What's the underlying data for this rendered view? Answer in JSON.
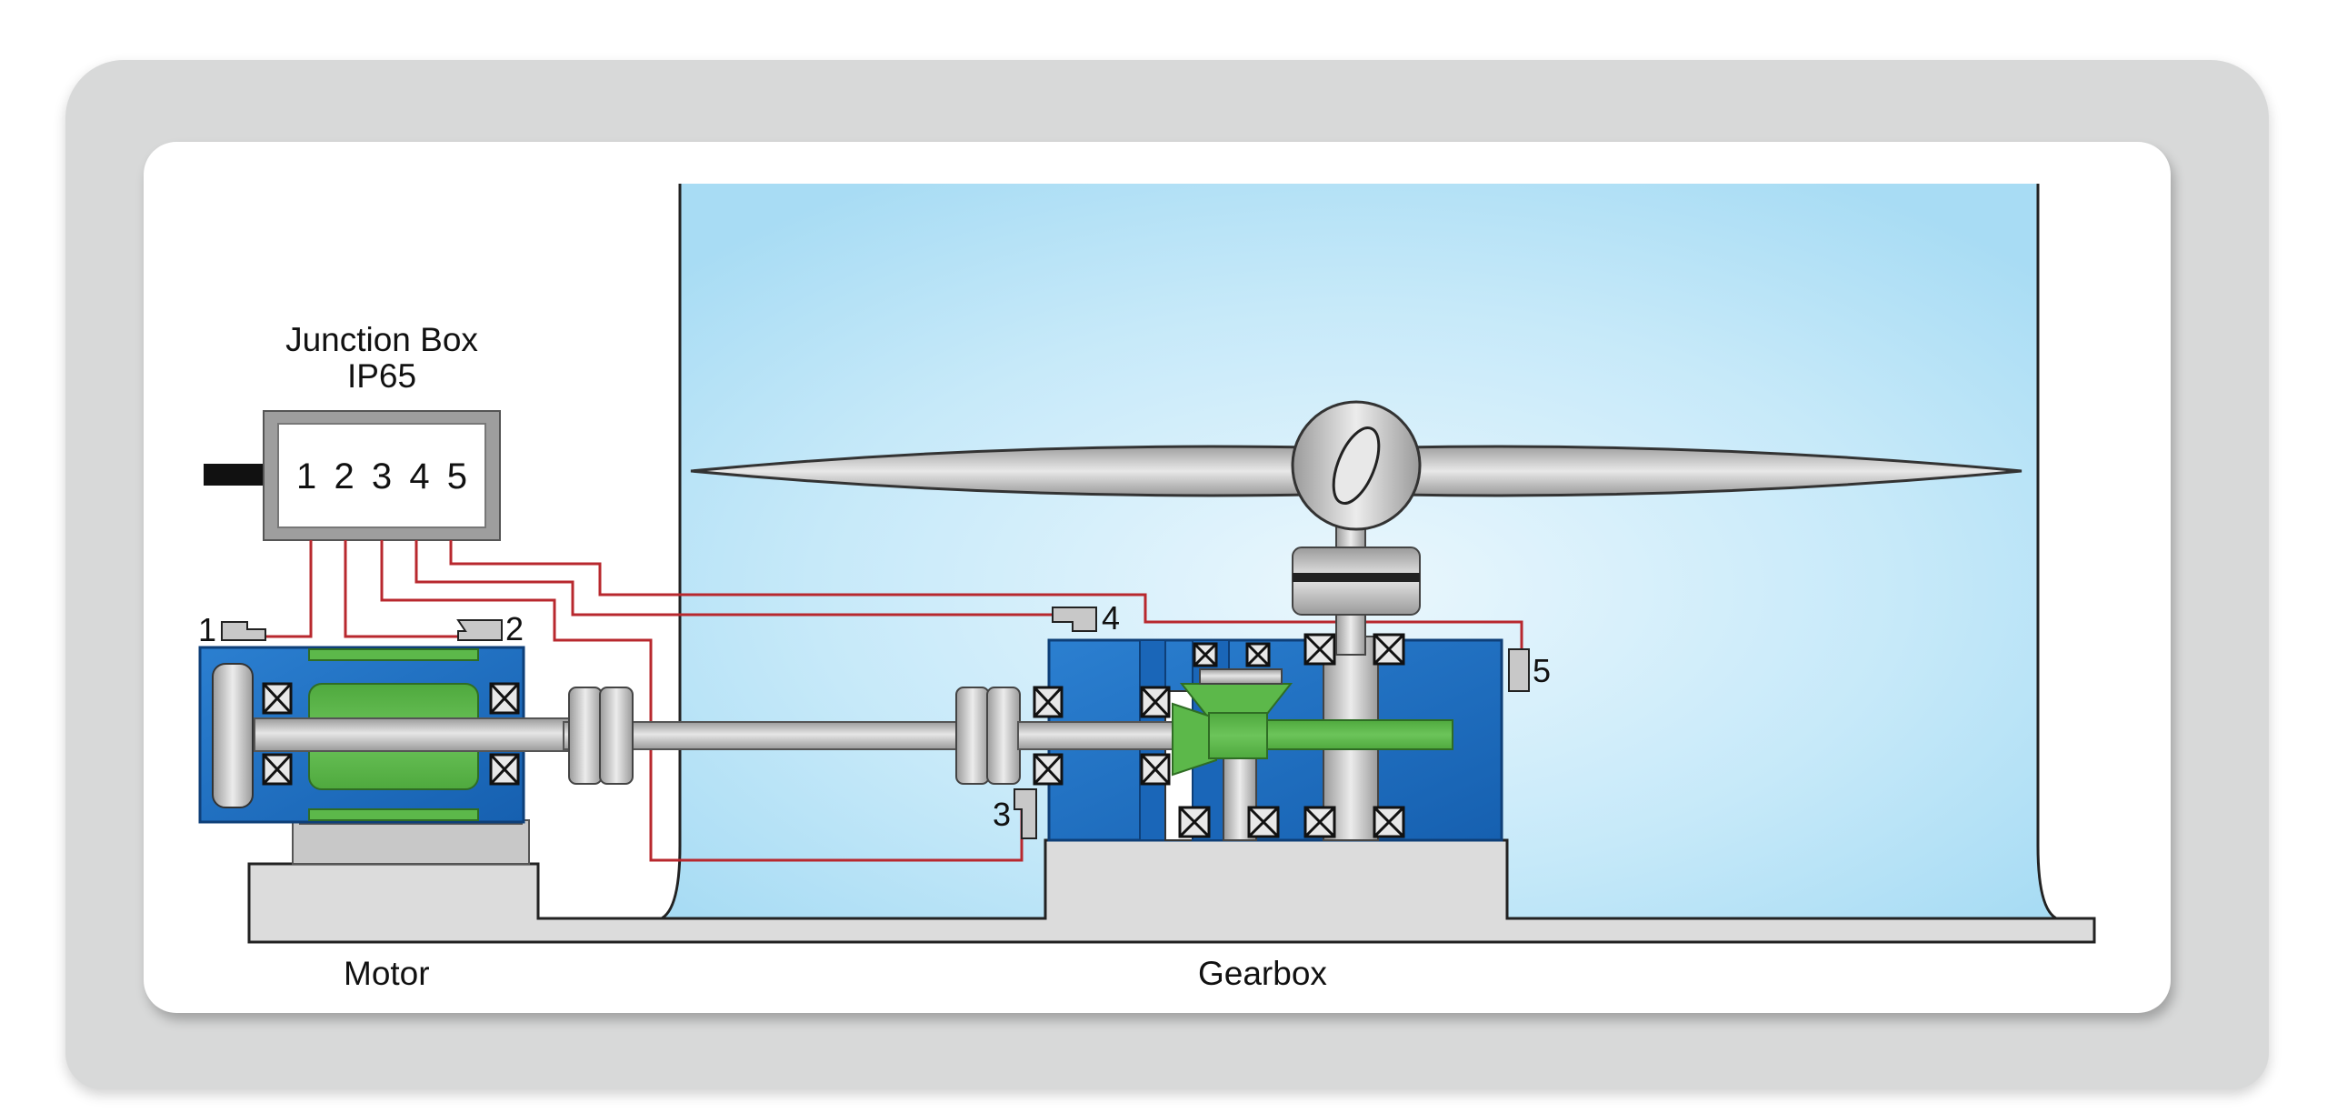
{
  "junction_box": {
    "title_line1": "Junction Box",
    "title_line2": "IP65",
    "terminals": [
      "1",
      "2",
      "3",
      "4",
      "5"
    ]
  },
  "labels": {
    "motor": "Motor",
    "gearbox": "Gearbox"
  },
  "sensors": [
    "1",
    "2",
    "3",
    "4",
    "5"
  ],
  "colors": {
    "frame": "#d8d9d9",
    "tank_water": "#bfe6f8",
    "housing_blue": "#1f78c8",
    "rotor_green": "#5cb84a",
    "wire_red": "#b8282e",
    "metal_grey": "#bdbdbd"
  }
}
